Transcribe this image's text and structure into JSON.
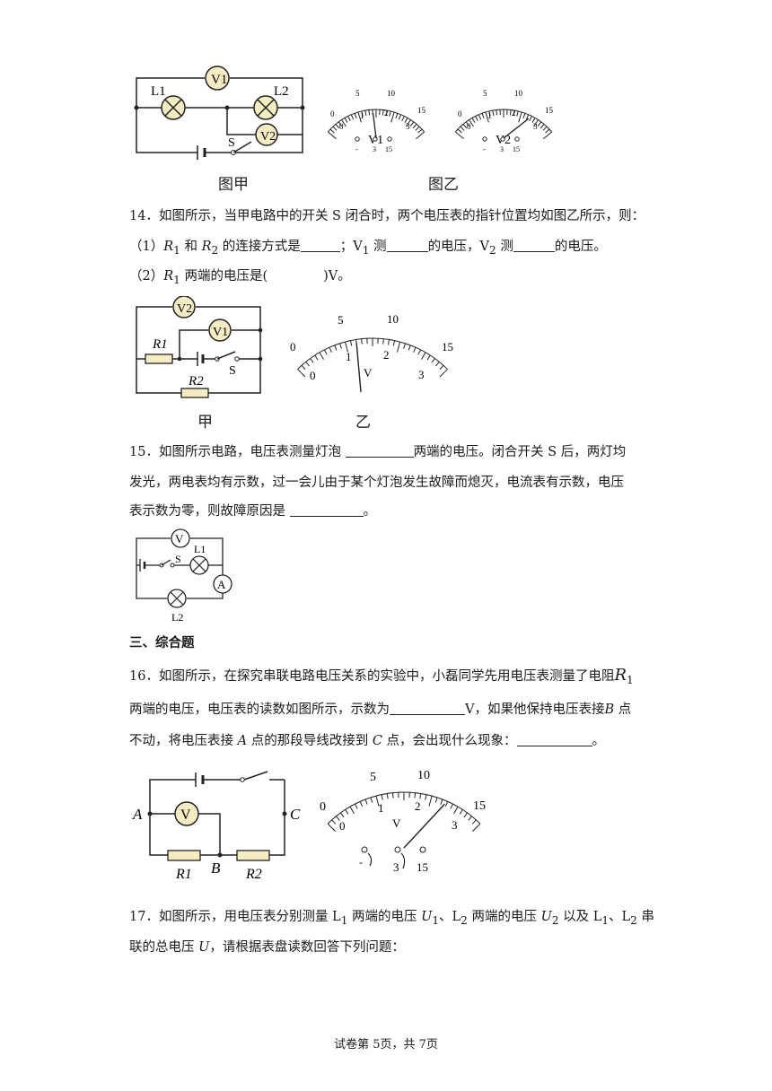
{
  "fig13": {
    "caption_left": "图甲",
    "caption_right": "图乙",
    "labels": {
      "v1": "V1",
      "v2": "V2",
      "l1": "L1",
      "l2": "L2",
      "s": "S"
    },
    "meter": {
      "upper_ticks": [
        "0",
        "5",
        "10",
        "15"
      ],
      "lower_ticks": [
        "0",
        "1",
        "2",
        "3"
      ],
      "terminals": [
        "-",
        "3",
        "15"
      ],
      "meter1_label": "V1",
      "meter2_label": "V2"
    }
  },
  "q14": {
    "line1": "14．如图所示，当甲电路中的开关 S 闭合时，两个电压表的指针位置均如图乙所示，则：",
    "line2_a": "（1）",
    "line2_r1": "R",
    "line2_r1_sub": "1",
    "line2_b": " 和 ",
    "line2_r2": "R",
    "line2_r2_sub": "2",
    "line2_c": " 的连接方式是",
    "line2_d": "；V",
    "line2_d_sub": "1",
    "line2_e": " 测",
    "line2_f": "的电压，V",
    "line2_f_sub": "2",
    "line2_g": " 测",
    "line2_h": "的电压。",
    "line3_a": "（2）",
    "line3_r": "R",
    "line3_sub": "1",
    "line3_b": " 两端的电压是(",
    "line3_c": ")V。",
    "fig": {
      "caption_left": "甲",
      "caption_right": "乙",
      "labels": {
        "v1": "V1",
        "v2": "V2",
        "r1": "R1",
        "r2": "R2",
        "s": "S"
      },
      "upper_ticks": [
        "0",
        "5",
        "10",
        "15"
      ],
      "lower_ticks": [
        "0",
        "1",
        "2",
        "3"
      ],
      "meter_label": "V"
    }
  },
  "q15": {
    "line1_a": "15．如图所示电路，电压表测量灯泡 ",
    "line1_b": "两端的电压。闭合开关 S 后，两灯均",
    "line2": "发光，两电表均有示数，过一会儿由于某个灯泡发生故障而熄灭，电流表有示数，电压",
    "line3_a": "表示数为零，则故障原因是 ",
    "line3_b": "。",
    "fig": {
      "labels": {
        "v": "V",
        "a": "A",
        "s": "S",
        "l1": "L1",
        "l2": "L2"
      }
    }
  },
  "section3": "三、综合题",
  "q16": {
    "line1": "16．如图所示，在探究串联电路电压关系的实验中，小磊同学先用电压表测量了电阻",
    "line1_r": "R",
    "line1_sub": "1",
    "line2_a": "两端的电压，电压表的读数如图所示，示数为",
    "line2_b": "V，如果他保持电压表接",
    "line2_b_pt": "B",
    "line2_c": " 点",
    "line3_a": "不动，将电压表接 ",
    "line3_pt_a": "A",
    "line3_b": " 点的那段导线改接到 ",
    "line3_pt_c": "C",
    "line3_c": " 点，会出现什么现象：",
    "line3_d": "。",
    "fig": {
      "labels": {
        "a": "A",
        "b": "B",
        "c": "C",
        "v": "V",
        "r1": "R1",
        "r2": "R2"
      },
      "upper_ticks": [
        "0",
        "5",
        "10",
        "15"
      ],
      "lower_ticks": [
        "0",
        "1",
        "2",
        "3"
      ],
      "meter_label": "V",
      "terminals": [
        "-",
        "3",
        "15"
      ]
    }
  },
  "q17": {
    "line1_a": "17．如图所示，用电压表分别测量 L",
    "line1_sub1": "1",
    "line1_b": " 两端的电压 ",
    "line1_u1": "U",
    "line1_u1_sub": "1",
    "line1_c": "、L",
    "line1_sub2": "2",
    "line1_d": " 两端的电压 ",
    "line1_u2": "U",
    "line1_u2_sub": "2",
    "line1_e": " 以及 L",
    "line1_sub3": "1",
    "line1_f": "、L",
    "line1_sub4": "2",
    "line1_g": " 串",
    "line2_a": "联的总电压 ",
    "line2_u": "U",
    "line2_b": "，请根据表盘读数回答下列问题："
  },
  "footer": "试卷第 5页，共 7页"
}
